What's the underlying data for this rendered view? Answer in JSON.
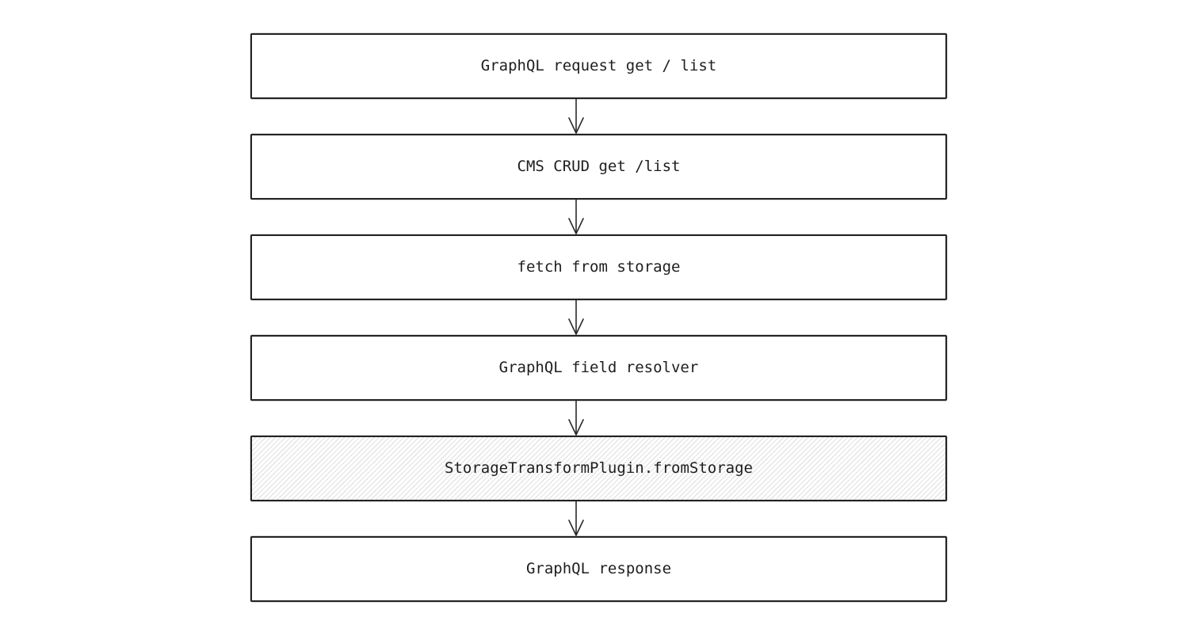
{
  "diagram": {
    "type": "flowchart",
    "direction": "top-to-bottom",
    "nodes": [
      {
        "id": "graphql-request",
        "label": "GraphQL request get / list",
        "fill": "plain"
      },
      {
        "id": "cms-crud",
        "label": "CMS CRUD get /list",
        "fill": "plain"
      },
      {
        "id": "fetch-storage",
        "label": "fetch from storage",
        "fill": "plain"
      },
      {
        "id": "field-resolver",
        "label": "GraphQL field resolver",
        "fill": "plain"
      },
      {
        "id": "storage-transform",
        "label": "StorageTransformPlugin.fromStorage",
        "fill": "hatched"
      },
      {
        "id": "graphql-response",
        "label": "GraphQL response",
        "fill": "plain"
      }
    ],
    "edges": [
      {
        "from": "graphql-request",
        "to": "cms-crud"
      },
      {
        "from": "cms-crud",
        "to": "fetch-storage"
      },
      {
        "from": "fetch-storage",
        "to": "field-resolver"
      },
      {
        "from": "field-resolver",
        "to": "storage-transform"
      },
      {
        "from": "storage-transform",
        "to": "graphql-response"
      }
    ],
    "colors": {
      "background": "#ffffff",
      "border": "#232323",
      "text": "#1e1e1e",
      "hatch_line": "#e9e9e9"
    }
  }
}
